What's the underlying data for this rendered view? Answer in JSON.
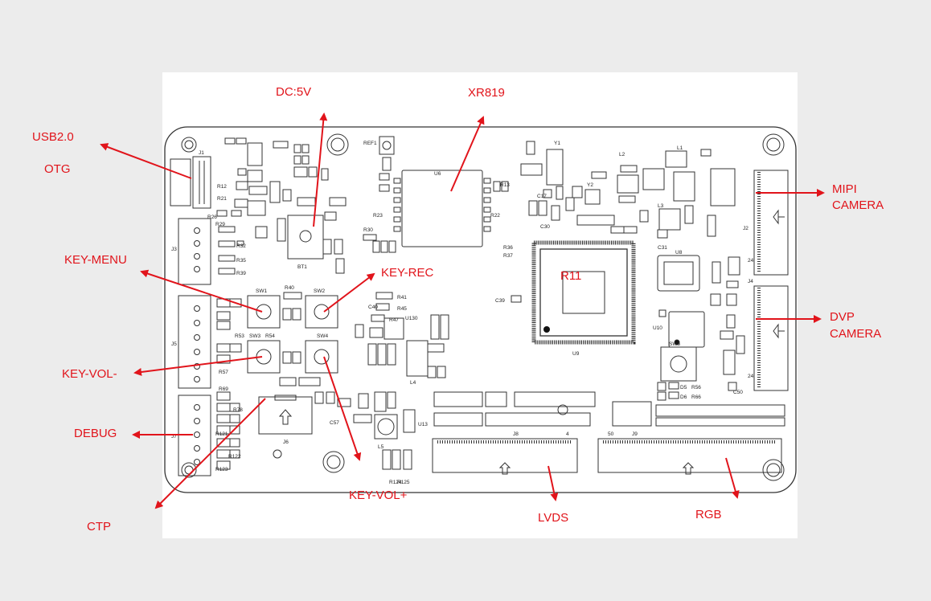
{
  "callouts": {
    "usb": "USB2.0",
    "otg": "OTG",
    "dc": "DC:5V",
    "xr819": "XR819",
    "mipi_1": "MIPI",
    "mipi_2": "CAMERA",
    "key_menu": "KEY-MENU",
    "key_rec": "KEY-REC",
    "r11": "R11",
    "dvp_1": "DVP",
    "dvp_2": "CAMERA",
    "key_vol_minus": "KEY-VOL-",
    "debug": "DEBUG",
    "ctp": "CTP",
    "key_vol_plus": "KEY-VOL+",
    "lvds": "LVDS",
    "rgb": "RGB"
  },
  "silkscreen": {
    "j1": "J1",
    "j2": "J2",
    "j3": "J3",
    "j4": "J4",
    "j5": "J5",
    "j6": "J6",
    "j7": "J7",
    "j8": "J8",
    "j9": "J9",
    "u6": "U6",
    "u8": "U8",
    "u9": "U9",
    "u10": "U10",
    "u13": "U13",
    "u130": "U130",
    "sw1": "SW1",
    "sw2": "SW2",
    "sw3": "SW3",
    "sw4": "SW4",
    "sw5": "SW5",
    "bt1": "BT1",
    "l1": "L1",
    "l2": "L2",
    "l3": "L3",
    "l4": "L4",
    "l5": "L5",
    "y1": "Y1",
    "y2": "Y2",
    "ref1": "REF1",
    "r40": "R40",
    "r41": "R41",
    "r45": "R45",
    "r47": "R47",
    "r53": "R53",
    "r54": "R54",
    "r57": "R57",
    "r29": "R29",
    "r32": "R32",
    "r35": "R35",
    "r39": "R39",
    "r12": "R12",
    "r21": "R21",
    "r26": "R26",
    "r13": "R13",
    "r22": "R22",
    "r23": "R23",
    "r30": "R30",
    "r36": "R36",
    "r37": "R37",
    "r69": "R69",
    "r78": "R78",
    "r121": "R121",
    "r122": "R122",
    "r123": "R123",
    "r124": "R124",
    "r125": "R125",
    "c39": "C39",
    "c40": "C40",
    "c17": "C17",
    "c30": "C30",
    "c31": "C31",
    "c50": "C50",
    "c57": "C57",
    "pin4": "4",
    "pin24": "24",
    "pin50": "50",
    "d5": "D5",
    "d6": "D6",
    "r56": "R56",
    "r66": "R66"
  },
  "colors": {
    "callout": "#e1141b",
    "board": "#ffffff",
    "frame": "#ececec"
  }
}
